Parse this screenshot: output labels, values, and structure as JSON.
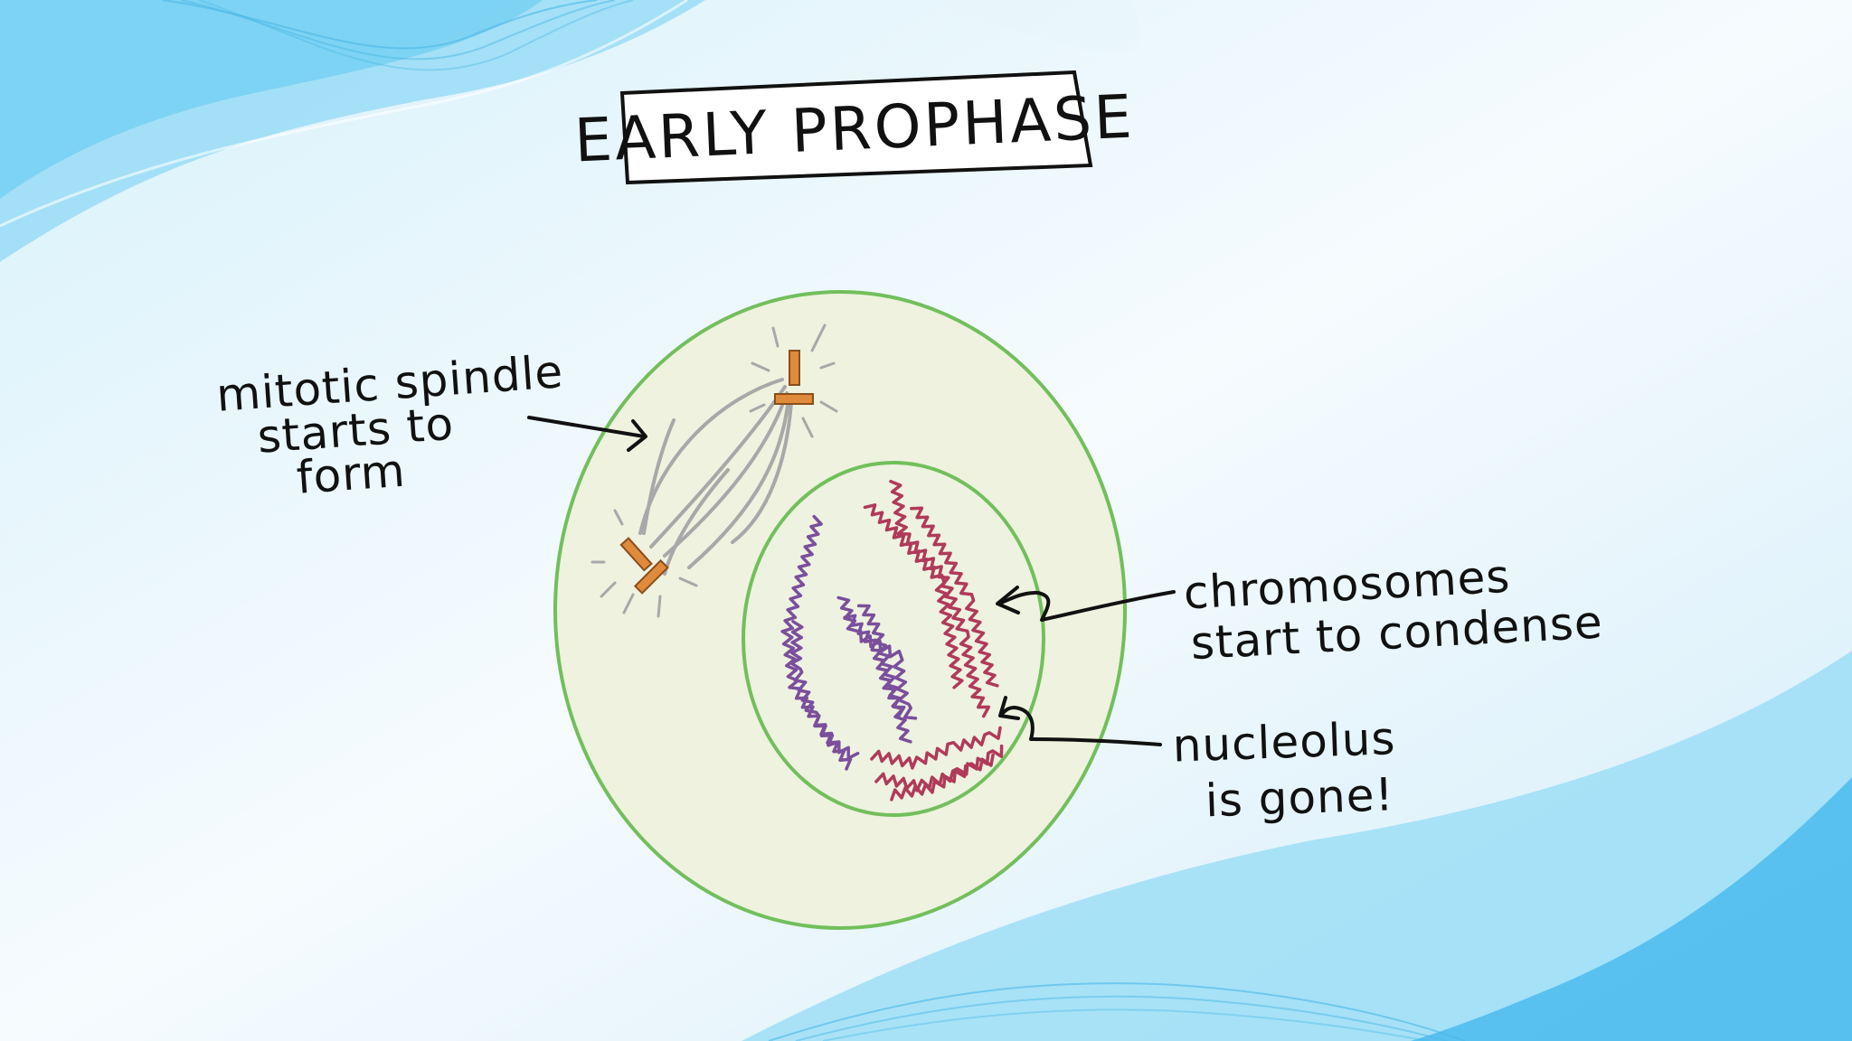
{
  "title": "EARLY PROPHASE",
  "labels": {
    "spindle": [
      "mitotic spindle",
      "starts to",
      "form"
    ],
    "chromosomes": [
      "chromosomes",
      "start to condense"
    ],
    "nucleolus": [
      "nucleolus",
      "is gone!"
    ]
  },
  "colors": {
    "cell_outline": "#72bf5c",
    "cell_fill": "#eef2df",
    "nucleus_fill": "#eef2e0",
    "centrosome": "#e08a3c",
    "spindle": "#a8a8a8",
    "chromosome_purple": "#7a4f9c",
    "chromosome_red": "#b03a5a",
    "background_wave": "#5cc8f0"
  }
}
